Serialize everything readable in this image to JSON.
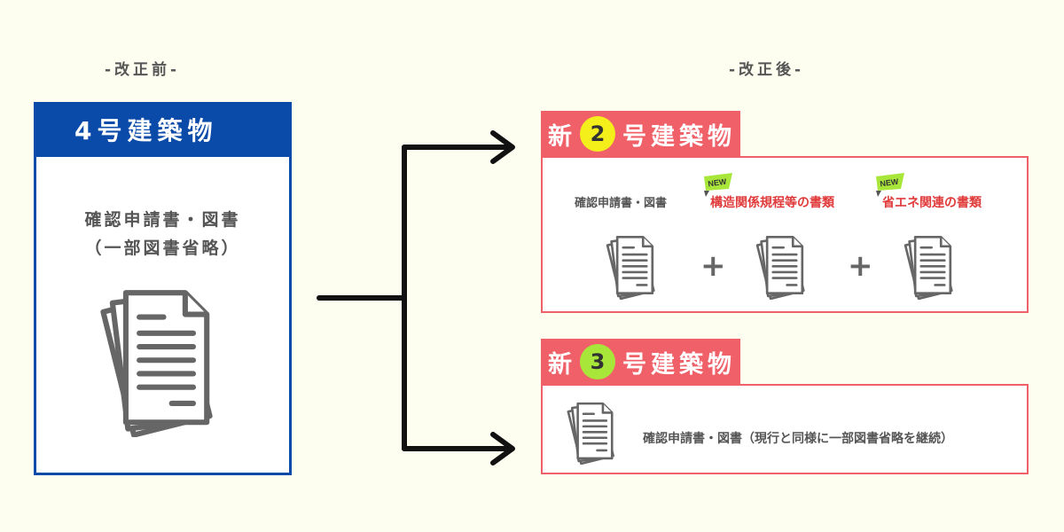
{
  "before": {
    "section_label": "-改正前-",
    "header": "4号建築物",
    "text_line1": "確認申請書・図書",
    "text_line2": "（一部図書省略）"
  },
  "after": {
    "section_label": "-改正後-",
    "new2": {
      "prefix": "新",
      "number": "2",
      "suffix": "号建築物",
      "number_circle_color": "#f4ef1a",
      "items": [
        {
          "label": "確認申請書・図書",
          "is_new": false
        },
        {
          "label": "構造関係規程等の書類",
          "is_new": true
        },
        {
          "label": "省エネ関連の書類",
          "is_new": true
        }
      ],
      "plus": "+",
      "new_badge_text": "NEW"
    },
    "new3": {
      "prefix": "新",
      "number": "3",
      "suffix": "号建築物",
      "number_circle_color": "#a8e63a",
      "description": "確認申請書・図書（現行と同様に一部図書省略を継続）"
    }
  },
  "colors": {
    "before_blue": "#0a4aa8",
    "after_red": "#f06068",
    "background": "#fefef0",
    "new_badge_green": "#a8e63a"
  },
  "icons": [
    "document-stack-icon",
    "arrow-right-icon"
  ]
}
